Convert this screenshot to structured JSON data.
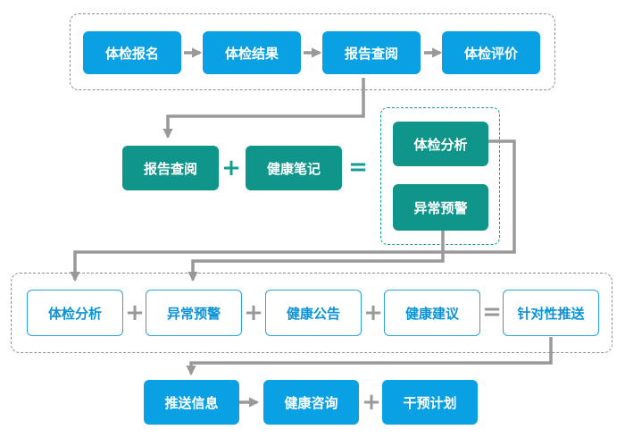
{
  "row1": {
    "items": [
      "体检报名",
      "体检结果",
      "报告查阅",
      "体检评价"
    ]
  },
  "row2": {
    "left_a": "报告查阅",
    "plus": "+",
    "left_b": "健康笔记",
    "equals": "=",
    "right_a": "体检分析",
    "right_b": "异常预警"
  },
  "row3": {
    "items": [
      "体检分析",
      "异常预警",
      "健康公告",
      "健康建议"
    ],
    "plus": "+",
    "equals": "=",
    "result": "针对性推送"
  },
  "row4": {
    "a": "推送信息",
    "b": "健康咨询",
    "plus": "+",
    "c": "干预计划"
  },
  "colors": {
    "blue": "#0aa0e4",
    "teal": "#10958a",
    "arrow": "#999999",
    "dashed_frame": "#8e8e8e",
    "teal_frame": "#139e92"
  }
}
